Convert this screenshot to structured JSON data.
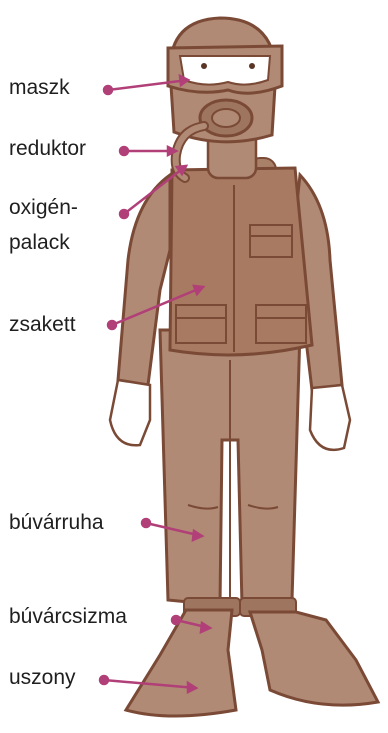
{
  "labels": {
    "maszk": "maszk",
    "reduktor": "reduktor",
    "oxigen_line1": "oxigén-",
    "oxigen_line2": "palack",
    "zsakett": "zsakett",
    "buvarruha": "búvárruha",
    "buvarcsizma": "búvárcsizma",
    "uszony": "uszony"
  },
  "colors": {
    "suit": "#b08a74",
    "suit_dark": "#9e7660",
    "outline": "#7a4a36",
    "vest": "#a97a62",
    "skin": "#ffffff",
    "pointer": "#b13f78"
  }
}
